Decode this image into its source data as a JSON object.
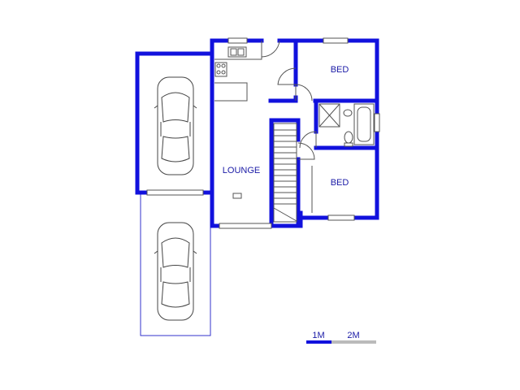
{
  "rooms": {
    "lounge": "LOUNGE",
    "bed_top": "BED",
    "bed_bottom": "BED"
  },
  "scale": {
    "label_1": "1M",
    "label_2": "2M"
  },
  "colors": {
    "wall": "#1111dd",
    "thin_line": "#3333cc",
    "fixture": "#555555",
    "scale_gray": "#bbbbbb"
  }
}
